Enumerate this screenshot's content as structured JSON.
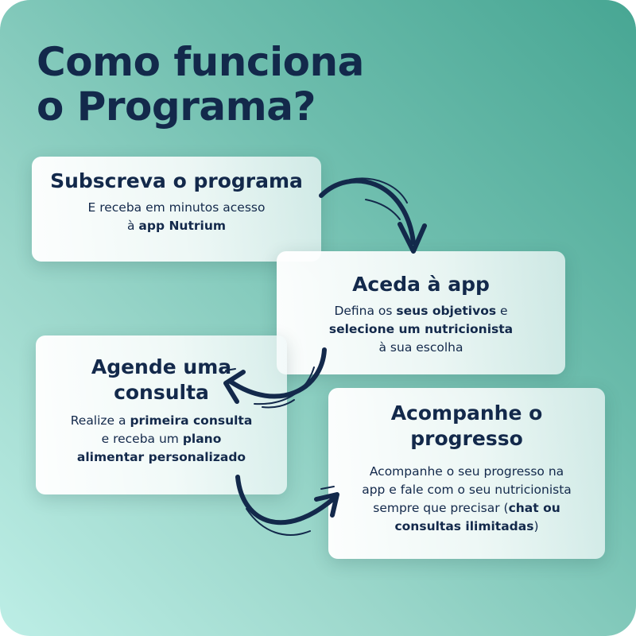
{
  "title": {
    "line1": "Como funciona",
    "line2": "o Programa?"
  },
  "steps": [
    {
      "heading": "Subscreva o programa",
      "body": [
        {
          "t": "E receba em minutos acesso"
        },
        {
          "br": true
        },
        {
          "t": "à "
        },
        {
          "t": "app Nutrium",
          "b": true
        }
      ]
    },
    {
      "heading": "Aceda à app",
      "body": [
        {
          "t": "Defina os "
        },
        {
          "t": "seus objetivos",
          "b": true
        },
        {
          "t": " e"
        },
        {
          "br": true
        },
        {
          "t": "selecione um nutricionista",
          "b": true
        },
        {
          "br": true
        },
        {
          "t": "à sua escolha"
        }
      ]
    },
    {
      "heading": "Agende uma consulta",
      "heading_lines": [
        "Agende uma",
        "consulta"
      ],
      "body": [
        {
          "t": "Realize a "
        },
        {
          "t": "primeira consulta",
          "b": true
        },
        {
          "br": true
        },
        {
          "t": "e receba um "
        },
        {
          "t": "plano",
          "b": true
        },
        {
          "br": true
        },
        {
          "t": "alimentar personalizado",
          "b": true
        }
      ]
    },
    {
      "heading": "Acompanhe o progresso",
      "heading_lines": [
        "Acompanhe o",
        "progresso"
      ],
      "body": [
        {
          "t": "Acompanhe o seu progresso na"
        },
        {
          "br": true
        },
        {
          "t": "app e fale com o seu nutricionista"
        },
        {
          "br": true
        },
        {
          "t": "sempre que precisar ("
        },
        {
          "t": "chat ou",
          "b": true
        },
        {
          "br": true
        },
        {
          "t": "consultas ilimitadas",
          "b": true
        },
        {
          "t": ")"
        }
      ]
    }
  ],
  "colors": {
    "navy": "#13294b",
    "teal": "#47a693",
    "mint": "#bdeee6"
  },
  "icons": [
    "curved-arrow-icon",
    "curved-arrow-icon",
    "curved-arrow-icon"
  ]
}
